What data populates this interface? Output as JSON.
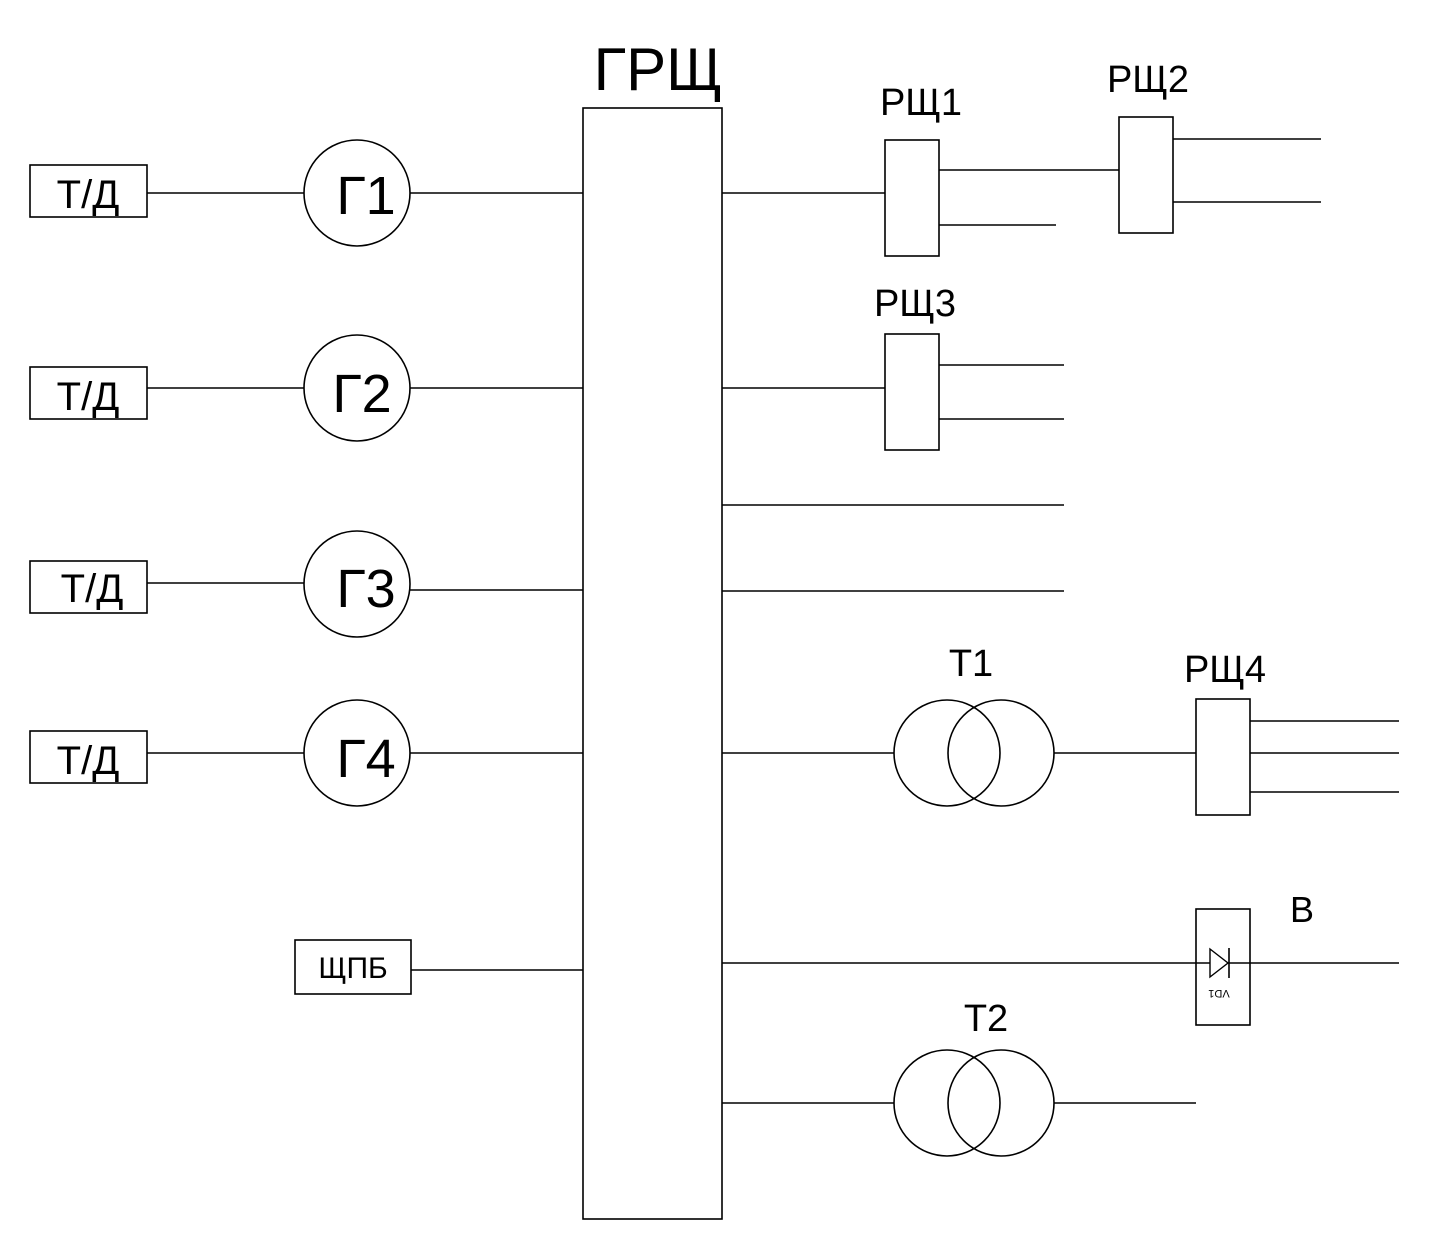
{
  "main_board": {
    "label": "ГРЩ"
  },
  "drives": [
    {
      "label": "Т/Д"
    },
    {
      "label": "Т/Д"
    },
    {
      "label": "Т/Д"
    },
    {
      "label": "Т/Д"
    }
  ],
  "generators": [
    {
      "label": "Г1"
    },
    {
      "label": "Г2"
    },
    {
      "label": "Г3"
    },
    {
      "label": "Г4"
    }
  ],
  "shore_panel": {
    "label": "ЩПБ"
  },
  "distribution_boards": [
    {
      "label": "РЩ1"
    },
    {
      "label": "РЩ2"
    },
    {
      "label": "РЩ3"
    },
    {
      "label": "РЩ4"
    }
  ],
  "transformers": [
    {
      "label": "Т1"
    },
    {
      "label": "Т2"
    }
  ],
  "rectifier": {
    "label": "В",
    "diode_label": "VD1"
  }
}
